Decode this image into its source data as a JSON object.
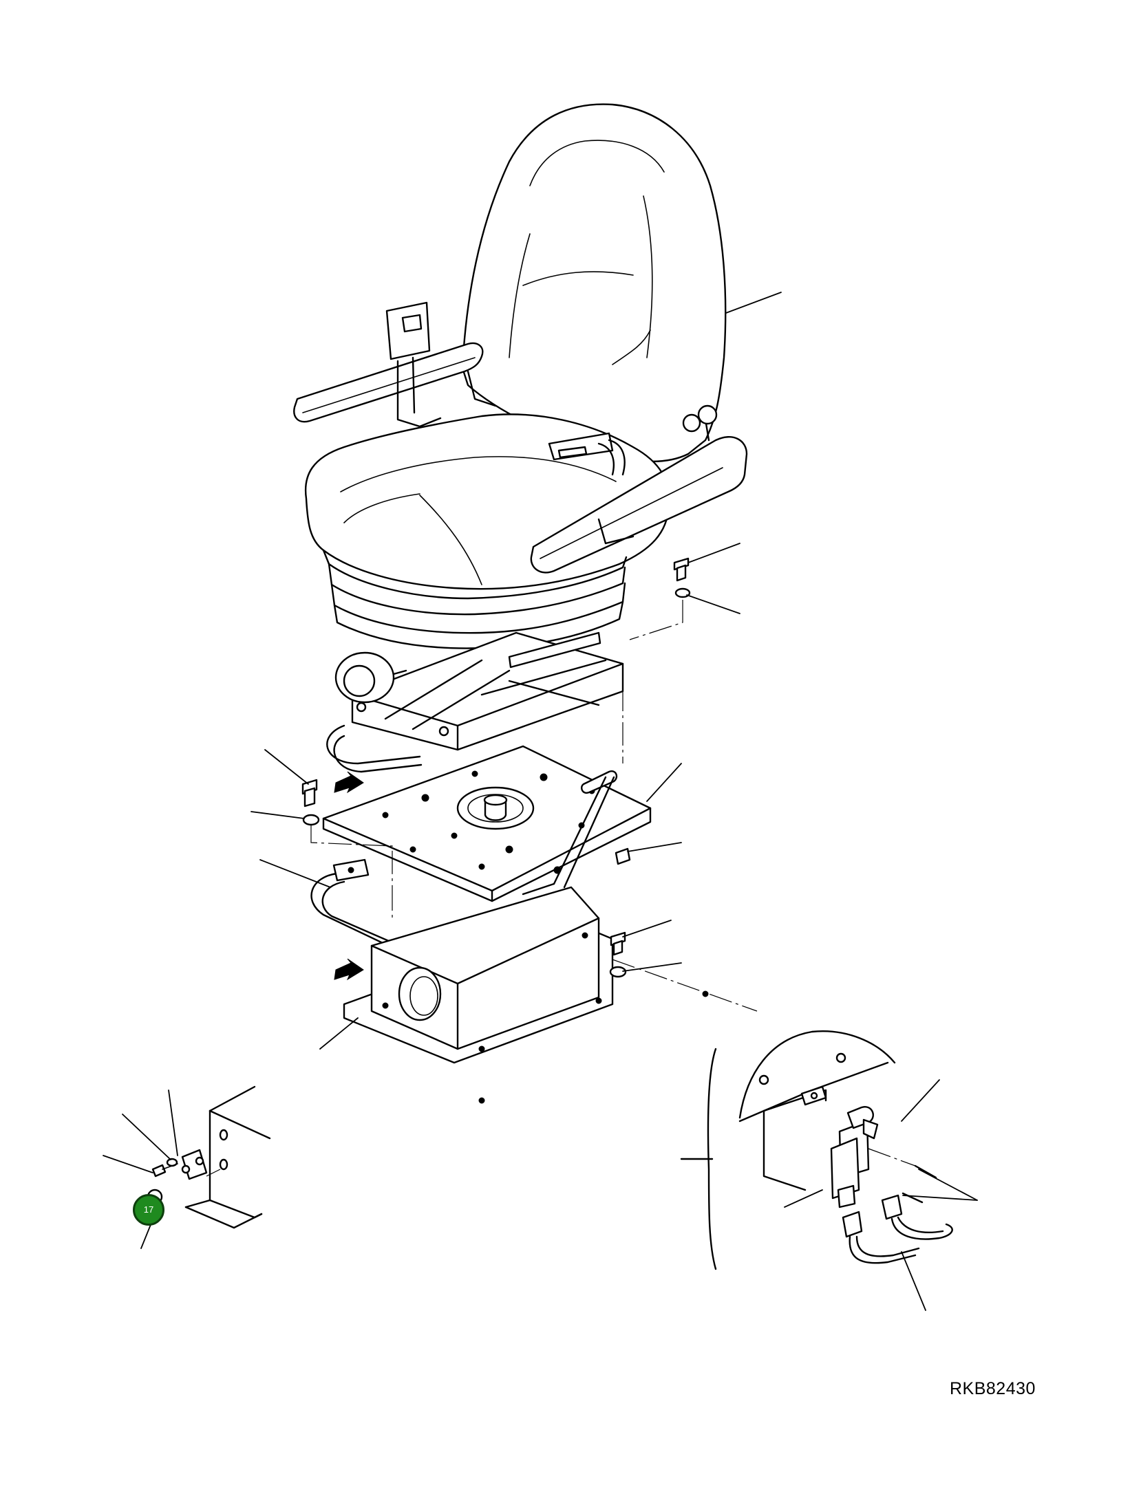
{
  "drawing": {
    "code": "RKB82430"
  },
  "callouts": [
    {
      "id": "17",
      "label": "17"
    }
  ],
  "colors": {
    "line": "#000000",
    "background": "#ffffff",
    "callout_fill": "#1f8a1f",
    "callout_text": "#ffffff"
  }
}
